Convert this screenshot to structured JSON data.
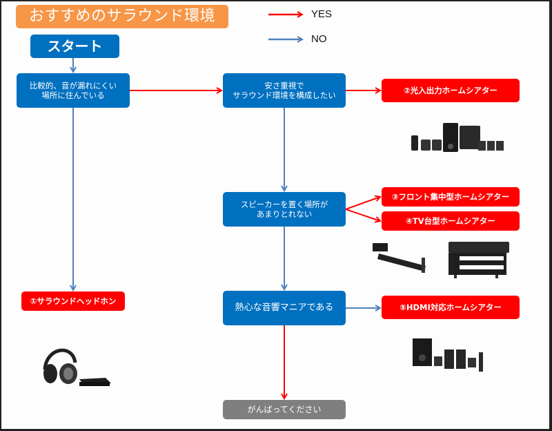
{
  "title": "おすすめのサラウンド環境",
  "start": "スタート",
  "legend": {
    "yes": {
      "label": "YES",
      "color": "#ff0000"
    },
    "no": {
      "label": "NO",
      "color": "#4f81bd"
    }
  },
  "questions": [
    {
      "id": "q1",
      "lines": [
        "比較的、音が漏れにくい",
        "場所に住んでいる"
      ]
    },
    {
      "id": "q2",
      "lines": [
        "安さ重視で",
        "サラウンド環境を構成したい"
      ]
    },
    {
      "id": "q3",
      "lines": [
        "スピーカーを置く場所が",
        "あまりとれない"
      ]
    },
    {
      "id": "q4",
      "lines": [
        "熱心な音響マニアである"
      ]
    }
  ],
  "results": [
    {
      "id": "r1",
      "label": "①サラウンドヘッドホン",
      "product": "wireless-headphones-with-base-station"
    },
    {
      "id": "r2",
      "label": "②光入出力ホームシアター",
      "product": "5.1ch-speaker-set-with-subwoofer"
    },
    {
      "id": "r3",
      "label": "③フロント集中型ホームシアター",
      "product": "sound-bar-with-subwoofer"
    },
    {
      "id": "r4",
      "label": "④TV台型ホームシアター",
      "product": "tv-stand-speaker-rack"
    },
    {
      "id": "r5",
      "label": "⑤HDMI対応ホームシアター",
      "product": "hdmi-speaker-set-with-subwoofer"
    }
  ],
  "end": "がんばってください",
  "edges": [
    {
      "from": "start",
      "to": "q1",
      "type": "no"
    },
    {
      "from": "q1",
      "to": "q2",
      "type": "yes"
    },
    {
      "from": "q1",
      "to": "r1",
      "type": "no"
    },
    {
      "from": "q2",
      "to": "r2",
      "type": "yes"
    },
    {
      "from": "q2",
      "to": "q3",
      "type": "no"
    },
    {
      "from": "q3",
      "to": "r3",
      "type": "yes"
    },
    {
      "from": "q3",
      "to": "r4",
      "type": "yes"
    },
    {
      "from": "q3",
      "to": "q4",
      "type": "no"
    },
    {
      "from": "q4",
      "to": "r5",
      "type": "no"
    },
    {
      "from": "q4",
      "to": "end",
      "type": "yes"
    }
  ]
}
